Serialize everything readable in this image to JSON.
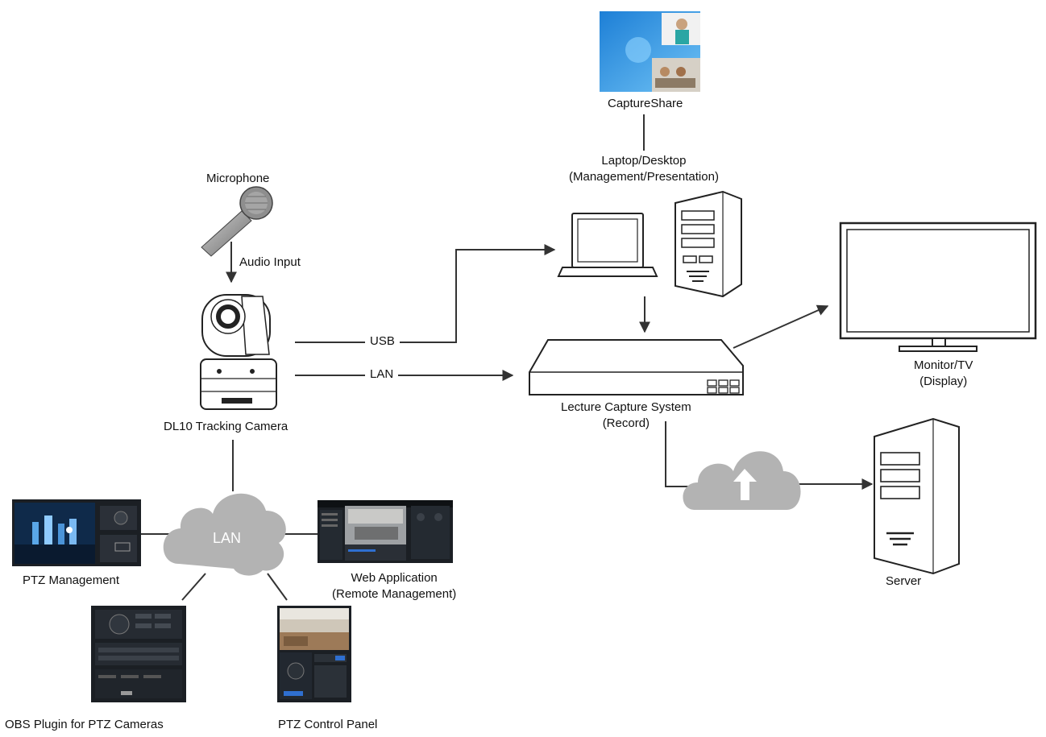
{
  "nodes": {
    "captureshare": {
      "label": "CaptureShare",
      "icon": "desktop-screenshot"
    },
    "laptop_desktop": {
      "line1": "Laptop/Desktop",
      "line2": "(Management/Presentation)",
      "icon": "laptop-and-tower"
    },
    "microphone": {
      "label": "Microphone",
      "icon": "microphone-icon"
    },
    "camera": {
      "label": "DL10 Tracking Camera",
      "icon": "ptz-camera-icon"
    },
    "monitor": {
      "line1": "Monitor/TV",
      "line2": "(Display)",
      "icon": "monitor-icon"
    },
    "lecture_capture": {
      "line1": "Lecture Capture System",
      "line2": "(Record)",
      "icon": "recorder-box-icon"
    },
    "server": {
      "label": "Server",
      "icon": "server-tower-icon"
    },
    "ptz_management": {
      "label": "PTZ Management",
      "icon": "screenshot"
    },
    "web_app": {
      "line1": "Web Application",
      "line2": "(Remote Management)",
      "icon": "screenshot"
    },
    "obs_plugin": {
      "label": "OBS Plugin for PTZ Cameras",
      "icon": "screenshot"
    },
    "ptz_control": {
      "label": "PTZ Control Panel",
      "icon": "screenshot"
    },
    "lan_cloud": {
      "label": "LAN",
      "icon": "cloud-icon"
    },
    "upload_cloud": {
      "icon": "cloud-upload-icon"
    }
  },
  "connections": {
    "audio": "Audio Input",
    "usb": "USB",
    "lan": "LAN"
  },
  "colors": {
    "line": "#333333",
    "cloud": "#b3b3b3",
    "screen_dark": "#1b1f24",
    "accent_blue": "#2f6fd0"
  }
}
